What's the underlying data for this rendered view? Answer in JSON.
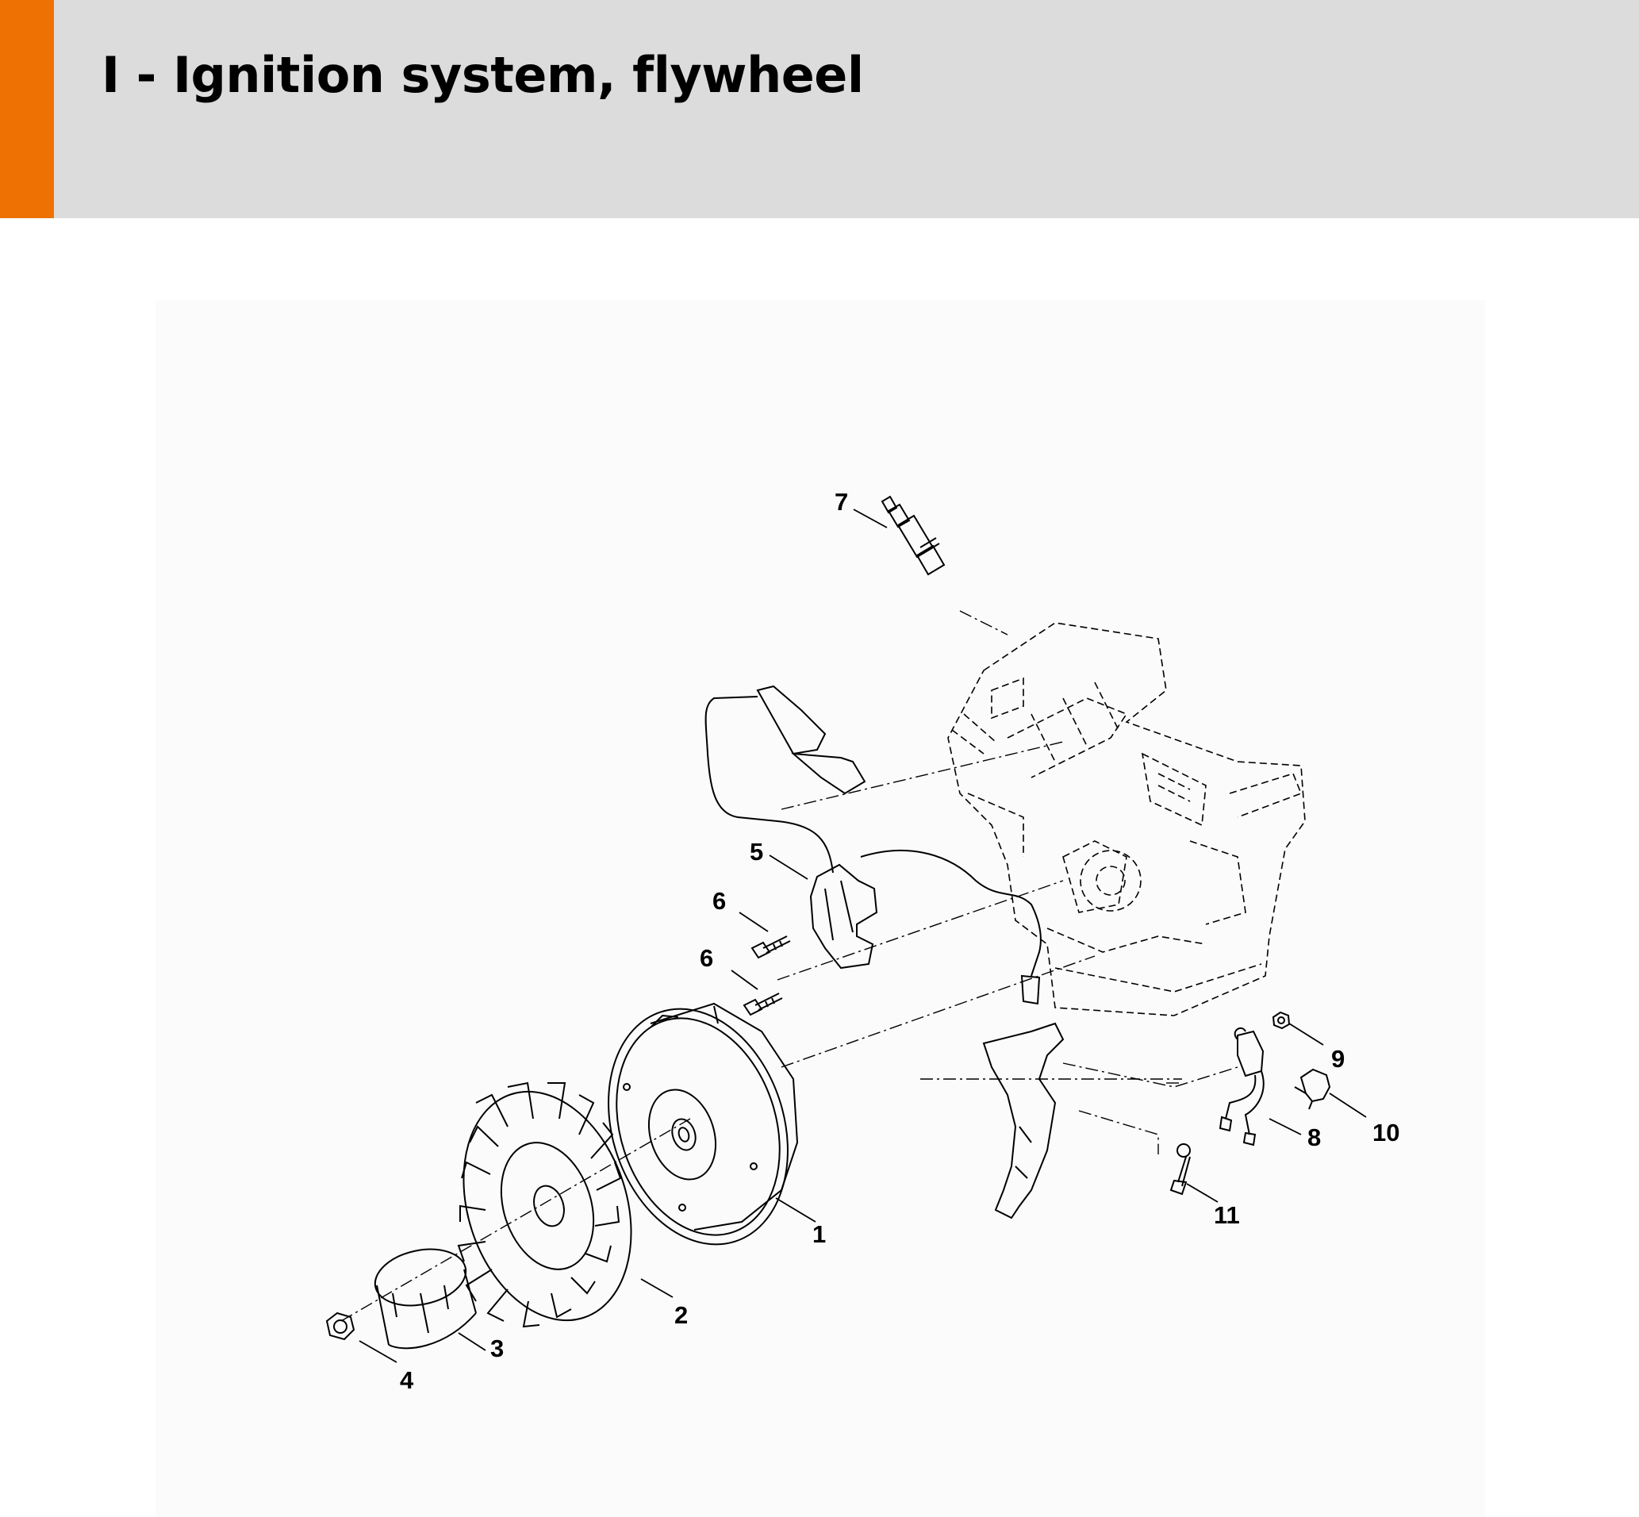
{
  "header": {
    "title": "I - Ignition system, flywheel",
    "accent_color": "#ee7203",
    "background_color": "#dcdcdc"
  },
  "diagram": {
    "callouts": [
      "1",
      "2",
      "3",
      "4",
      "5",
      "6",
      "6",
      "7",
      "8",
      "9",
      "10",
      "11"
    ]
  }
}
